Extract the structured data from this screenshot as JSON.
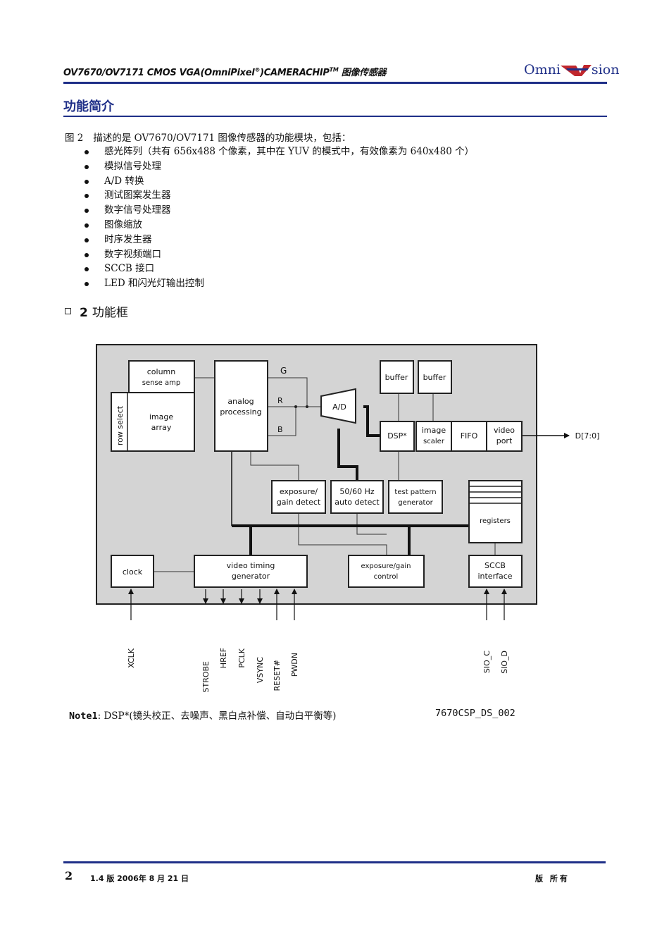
{
  "header": {
    "title": "OV7670/OV7171 CMOS VGA(OmniPixel",
    "title_sup1": "®",
    "title_mid": ")CAMERACHIP",
    "title_sup2": "TM",
    "title_end": " 图像传感器",
    "logo_left": "Omni",
    "logo_right": "sion"
  },
  "section_title": "功能简介",
  "intro": {
    "label": "图 2",
    "text": "描述的是 OV7670/OV7171 图像传感器的功能模块，包括："
  },
  "features": [
    "感光阵列（共有 656x488 个像素，其中在 YUV 的模式中，有效像素为 640x480 个）",
    "模拟信号处理",
    "A/D 转换",
    "测试图案发生器",
    "数字信号处理器",
    "图像缩放",
    "时序发生器",
    "数字视频端口",
    "SCCB 接口",
    "LED 和闪光灯输出控制"
  ],
  "figure_caption": {
    "number": "2",
    "text": "功能框"
  },
  "diagram": {
    "column_sense_amp": [
      "column",
      "sense amp"
    ],
    "row_select": "row select",
    "image_array": [
      "image",
      "array"
    ],
    "analog_processing": [
      "analog",
      "processing"
    ],
    "g": "G",
    "r": "R",
    "b": "B",
    "ad": "A/D",
    "buffer1": "buffer",
    "buffer2": "buffer",
    "dsp": "DSP*",
    "image_scaler": [
      "image",
      "scaler"
    ],
    "fifo": "FIFO",
    "video_port": [
      "video",
      "port"
    ],
    "data_out": "D[7:0]",
    "exposure_gain_detect": [
      "exposure/",
      "gain detect"
    ],
    "auto_detect": [
      "50/60 Hz",
      "auto detect"
    ],
    "test_pattern": [
      "test pattern",
      "generator"
    ],
    "registers": "registers",
    "clock": "clock",
    "video_timing": [
      "video timing",
      "generator"
    ],
    "exposure_gain_control": [
      "exposure/gain",
      "control"
    ],
    "sccb_interface": [
      "SCCB",
      "interface"
    ],
    "pins": [
      "XCLK",
      "STROBE",
      "HREF",
      "PCLK",
      "VSYNC",
      "RESET#",
      "PWDN",
      "SIO_C",
      "SIO_D"
    ]
  },
  "note": {
    "label": "Note1",
    "text": ": DSP*(镜头校正、去噪声、黑白点补偿、自动白平衡等)",
    "doc_id": "7670CSP_DS_002"
  },
  "footer": {
    "page": "2",
    "version": "1.4 版  2006年 8 月 21 日",
    "rights": "版 所有"
  }
}
